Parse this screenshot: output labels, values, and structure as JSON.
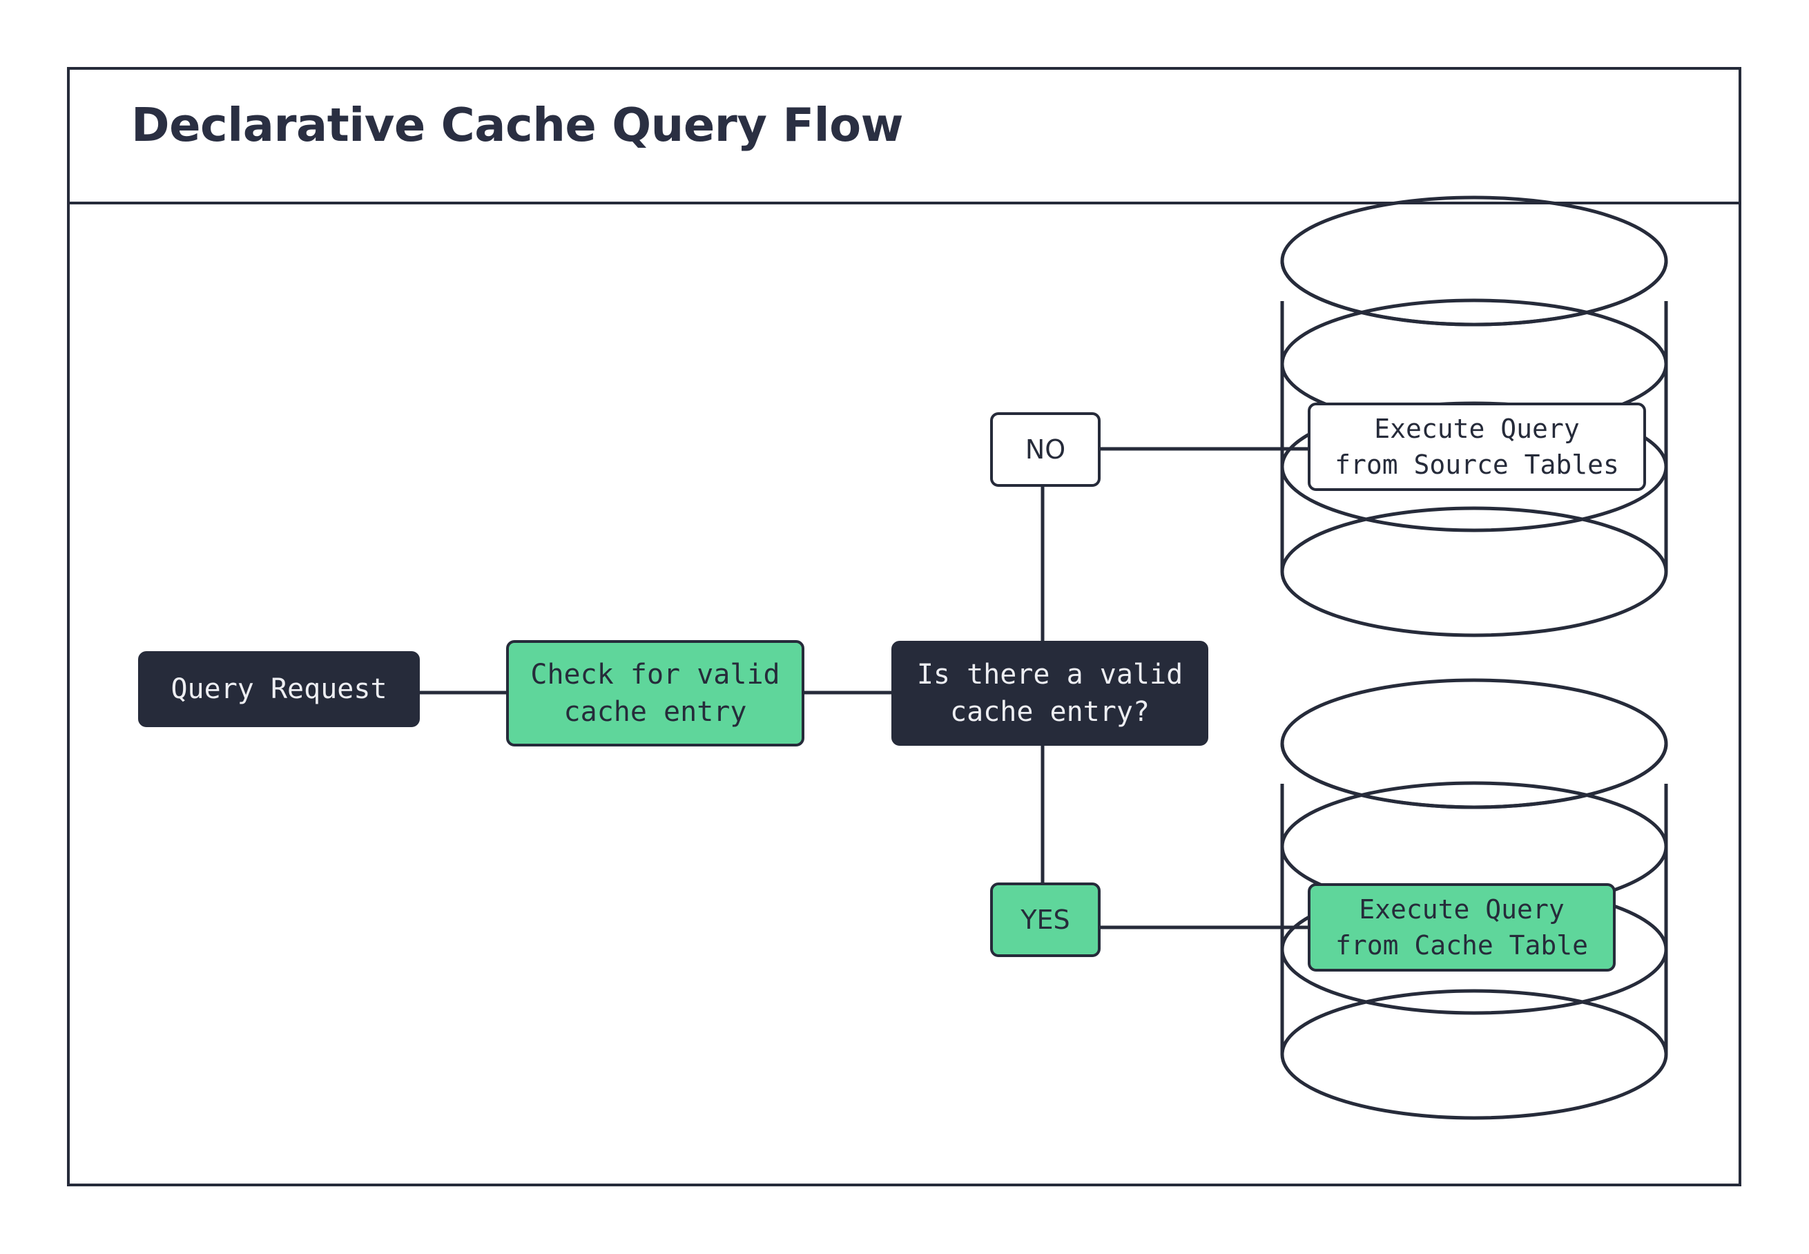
{
  "header": {
    "title": "Declarative Cache Query Flow"
  },
  "colors": {
    "dark": "#262B3A",
    "green": "#5FD69B",
    "white": "#FFFFFF",
    "stroke": "#262B3A",
    "light_text": "#EDEEF2"
  },
  "diagram": {
    "type": "flowchart",
    "nodes": [
      {
        "id": "query-request",
        "label": "Query Request",
        "style": "dark",
        "shape": "rounded-rect"
      },
      {
        "id": "check-cache",
        "label": "Check for valid\ncache entry",
        "style": "green",
        "shape": "rounded-rect"
      },
      {
        "id": "decision",
        "label": "Is there a valid\ncache entry?",
        "style": "dark",
        "shape": "rounded-rect"
      },
      {
        "id": "label-no",
        "label": "NO",
        "style": "white",
        "shape": "rounded-rect"
      },
      {
        "id": "label-yes",
        "label": "YES",
        "style": "green",
        "shape": "rounded-rect"
      },
      {
        "id": "exec-source",
        "label": "Execute Query\nfrom Source Tables",
        "style": "white",
        "shape": "rounded-rect"
      },
      {
        "id": "exec-cache",
        "label": "Execute Query\nfrom Cache Table",
        "style": "green",
        "shape": "rounded-rect"
      }
    ],
    "cylinders": [
      {
        "id": "source-database-cylinder",
        "name": "source-tables-database"
      },
      {
        "id": "cache-database-cylinder",
        "name": "cache-table-database"
      }
    ],
    "edges": [
      {
        "from": "query-request",
        "to": "check-cache"
      },
      {
        "from": "check-cache",
        "to": "decision"
      },
      {
        "from": "decision",
        "to": "label-no",
        "branch": "NO"
      },
      {
        "from": "label-no",
        "to": "exec-source"
      },
      {
        "from": "decision",
        "to": "label-yes",
        "branch": "YES"
      },
      {
        "from": "label-yes",
        "to": "exec-cache"
      }
    ]
  }
}
